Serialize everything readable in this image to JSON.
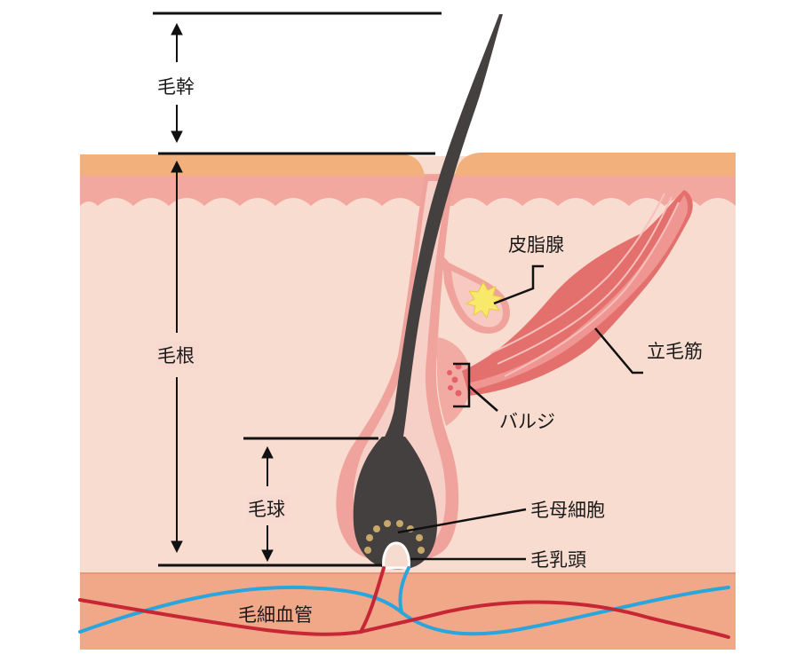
{
  "labels": {
    "hair_shaft": "毛幹",
    "hair_root": "毛根",
    "hair_bulb": "毛球",
    "sebaceous_gland": "皮脂腺",
    "arrector_pili": "立毛筋",
    "bulge": "バルジ",
    "matrix_cells": "毛母細胞",
    "dermal_papilla": "毛乳頭",
    "capillaries": "毛細血管"
  },
  "colors": {
    "epidermis": "#f2b07c",
    "upper_dermis": "#f2a89f",
    "dermis": "#f8dccf",
    "subcutis": "#f1a889",
    "follicle_sheath": "#efa39c",
    "hair": "#454040",
    "muscle": "#e4706e",
    "muscle_light": "#ef9a96",
    "gland": "#f8e96a",
    "gland_capsule": "#f7c9c1",
    "matrix_dots": "#c8a86a",
    "vessel_red": "#c72735",
    "vessel_blue": "#2aa6dc"
  }
}
